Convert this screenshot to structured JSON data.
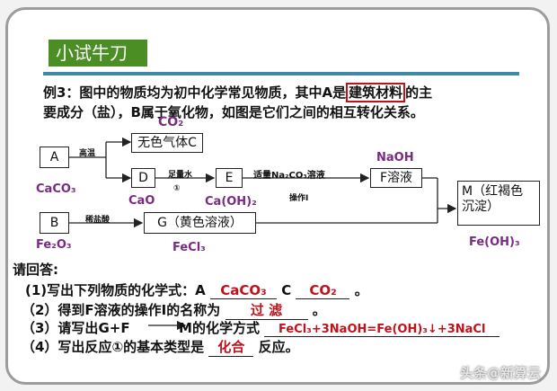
{
  "banner": {
    "title": "小试牛刀"
  },
  "question": {
    "line1_a": "例3：图中的物质均为初中化学常见物质，其中",
    "line1_A": "A",
    "line1_b": "是",
    "line1_hl": "建筑材料",
    "line1_c": "的主",
    "line2": "要成分（盐），B属于氧化物，如图是它们之间的相互转化关系。"
  },
  "diagram": {
    "boxA": "A",
    "boxB": "B",
    "boxD": "D",
    "boxE": "E",
    "boxC": "无色气体C",
    "boxF": "F溶液",
    "boxG": "G（黄色溶液）",
    "boxM": "M（红褐色沉淀）",
    "arrow_gaowen": "高温",
    "arrow_zuliangshui": "足量水",
    "arrow_circle1": "①",
    "arrow_na2co3": "适量Na₂CO₃溶液",
    "arrow_caozuo": "操作I",
    "arrow_xiyansuan": "稀盐酸",
    "ans_co2": "CO₂",
    "ans_caco3": "CaCO₃",
    "ans_cao": "CaO",
    "ans_caoh2": "Ca(OH)₂",
    "ans_naoh": "NaOH",
    "ans_fe2o3": "Fe₂O₃",
    "ans_fecl3": "FeCl₃",
    "ans_feoh3": "Fe(OH)₃"
  },
  "answers": {
    "intro": "请回答:",
    "q1_text": "(1)写出下列物质的化学式：A",
    "q1_ansA": "CaCO₃",
    "q1_C": "C",
    "q1_ansC": "CO₂",
    "q1_end": "。",
    "q2_text": "（2）得到F溶液的操作I的名称为",
    "q2_ans": "过 滤",
    "q2_end": "。",
    "q3_text": "（3）请写出G+F",
    "q3_M": "M的化学方式",
    "q3_ans": "FeCl₃+3NaOH=Fe(OH)₃↓+3NaCl",
    "q4_text": "（4）写出反应①的基本类型是",
    "q4_ans": "化合",
    "q4_end": "反应。"
  },
  "watermark": "头条@新算云"
}
